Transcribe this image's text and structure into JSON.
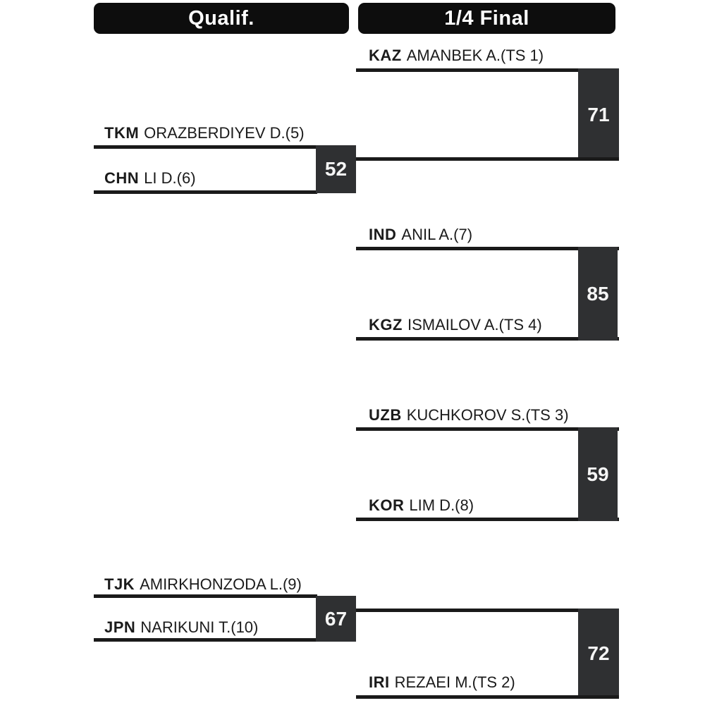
{
  "title_headers": {
    "qualif": "Qualif.",
    "quarter": "1/4 Final"
  },
  "colors": {
    "header_bg": "#0d0d0d",
    "score_box_bg": "#2f3032",
    "line": "#1a1a1a",
    "score_text": "#f5f5f5",
    "name_text": "#1b1b1b",
    "page_bg": "#ffffff"
  },
  "qualif_matches": [
    {
      "p1": {
        "country": "TKM",
        "name": "ORAZBERDIYEV D.(5)"
      },
      "p2": {
        "country": "CHN",
        "name": "LI D.(6)"
      },
      "score": "52"
    },
    {
      "p1": {
        "country": "TJK",
        "name": "AMIRKHONZODA L.(9)"
      },
      "p2": {
        "country": "JPN",
        "name": "NARIKUNI T.(10)"
      },
      "score": "67"
    }
  ],
  "quarterfinal_matches": [
    {
      "p1": {
        "country": "KAZ",
        "name": "AMANBEK A.(TS 1)"
      },
      "score": "71"
    },
    {
      "p1": {
        "country": "IND",
        "name": "ANIL A.(7)"
      },
      "p2": {
        "country": "KGZ",
        "name": "ISMAILOV A.(TS 4)"
      },
      "score": "85"
    },
    {
      "p1": {
        "country": "UZB",
        "name": "KUCHKOROV S.(TS 3)"
      },
      "p2": {
        "country": "KOR",
        "name": "LIM D.(8)"
      },
      "score": "59"
    },
    {
      "p2": {
        "country": "IRI",
        "name": "REZAEI M.(TS 2)"
      },
      "score": "72"
    }
  ]
}
